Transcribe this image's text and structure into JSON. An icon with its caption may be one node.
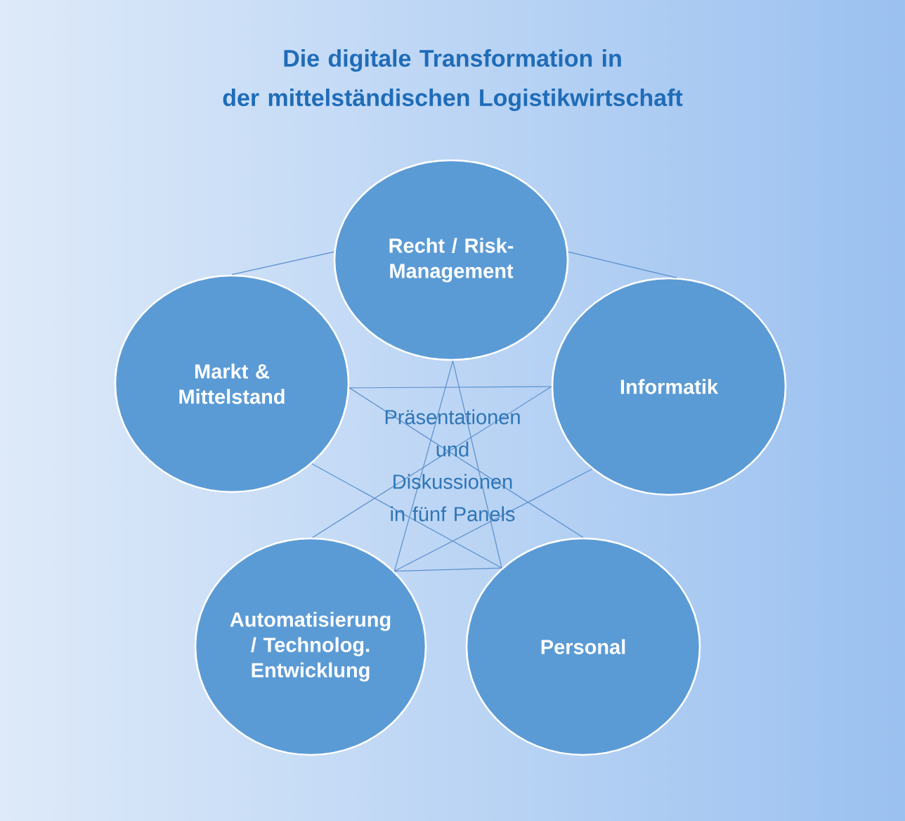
{
  "diagram": {
    "title": "Die digitale Transformation in der mittelständischen Logistikwirtschaft",
    "nodes": [
      {
        "text": [
          "Recht / Risk-Management"
        ]
      },
      {
        "text": [
          "Markt & Mittelstand"
        ]
      },
      {
        "text": [
          "Informatik"
        ]
      },
      {
        "text": [
          "Automatisierung / Technolog. Entwicklung"
        ]
      },
      {
        "text": [
          "Personal"
        ]
      }
    ],
    "edges": [
      {
        "from": 0,
        "to": 1,
        "arrow": "none"
      },
      {
        "from": 0,
        "to": 2,
        "arrow": "none"
      },
      {
        "from": 1,
        "to": 2,
        "arrow": "none"
      },
      {
        "from": 1,
        "to": 4,
        "arrow": "none"
      },
      {
        "from": 2,
        "to": 3,
        "arrow": "none"
      },
      {
        "from": 1,
        "to": 4,
        "arrow": "none"
      },
      {
        "from": 2,
        "to": 3,
        "arrow": "none"
      },
      {
        "from": 0,
        "to": 3,
        "arrow": "none"
      },
      {
        "from": 0,
        "to": 4,
        "arrow": "none"
      },
      {
        "from": 3,
        "to": 4,
        "arrow": "none"
      }
    ],
    "labels": [
      "Präsentationen und Diskussionen in fünf Panels"
    ]
  }
}
